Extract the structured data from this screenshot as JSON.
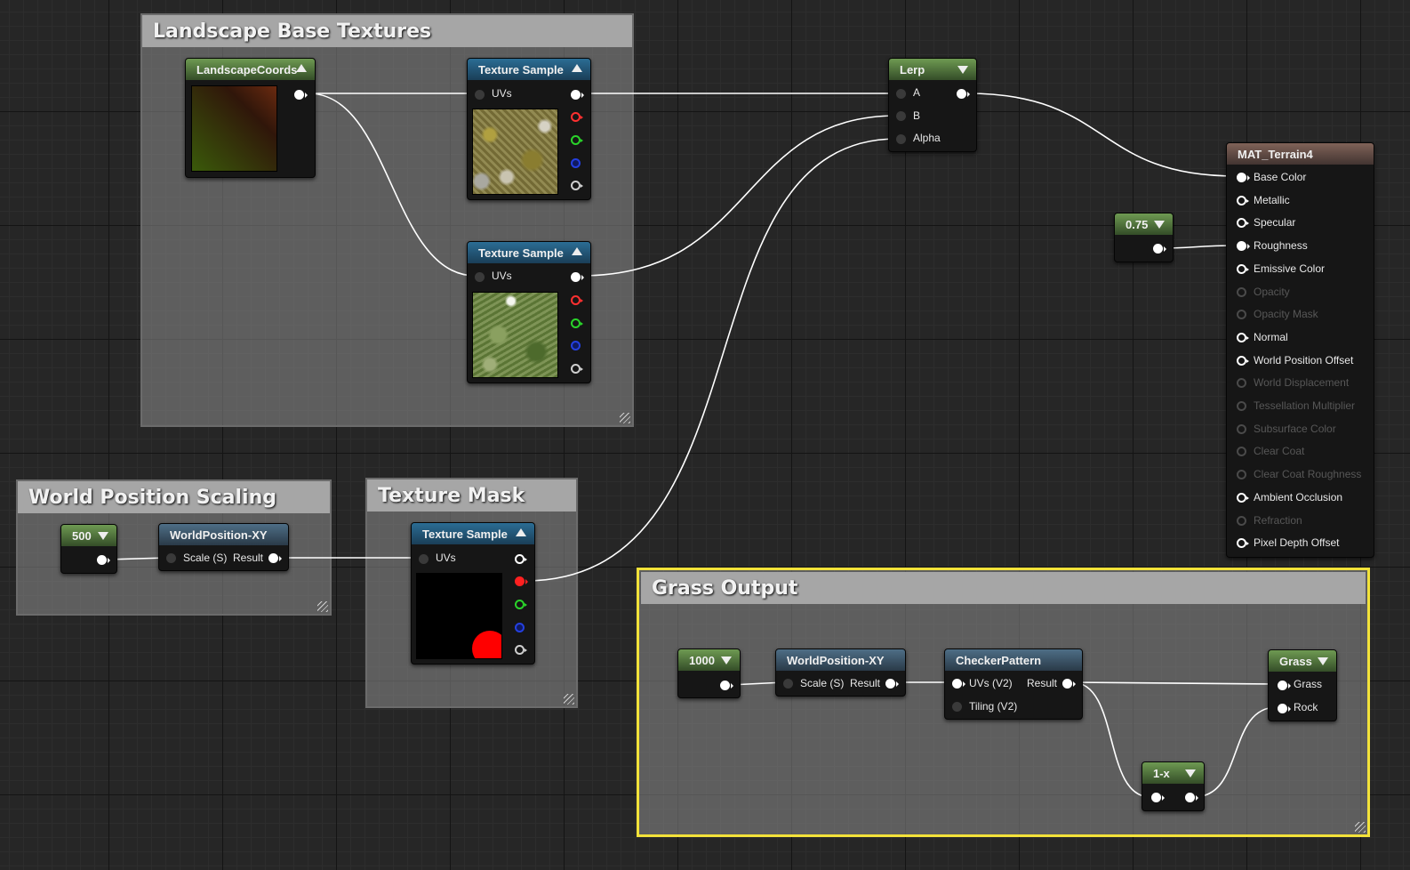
{
  "comments": {
    "landscape_base": "Landscape Base Textures",
    "world_position_scaling": "World Position Scaling",
    "texture_mask": "Texture Mask",
    "grass_output": "Grass Output"
  },
  "nodes": {
    "landscape_coords": {
      "title": "LandscapeCoords"
    },
    "texture_sample_1": {
      "title": "Texture Sample",
      "uvs": "UVs"
    },
    "texture_sample_2": {
      "title": "Texture Sample",
      "uvs": "UVs"
    },
    "texture_sample_mask": {
      "title": "Texture Sample",
      "uvs": "UVs"
    },
    "lerp": {
      "title": "Lerp",
      "a": "A",
      "b": "B",
      "alpha": "Alpha"
    },
    "const_075": {
      "title": "0.75"
    },
    "const_500": {
      "title": "500"
    },
    "world_pos_1": {
      "title": "WorldPosition-XY",
      "scale": "Scale (S)",
      "result": "Result"
    },
    "const_1000": {
      "title": "1000"
    },
    "world_pos_2": {
      "title": "WorldPosition-XY",
      "scale": "Scale (S)",
      "result": "Result"
    },
    "checker": {
      "title": "CheckerPattern",
      "uvs": "UVs (V2)",
      "tiling": "Tiling (V2)",
      "result": "Result"
    },
    "grass": {
      "title": "Grass",
      "grass": "Grass",
      "rock": "Rock"
    },
    "one_minus": {
      "title": "1-x"
    }
  },
  "material": {
    "title": "MAT_Terrain4",
    "inputs": [
      {
        "label": "Base Color",
        "enabled": true
      },
      {
        "label": "Metallic",
        "enabled": true
      },
      {
        "label": "Specular",
        "enabled": true
      },
      {
        "label": "Roughness",
        "enabled": true
      },
      {
        "label": "Emissive Color",
        "enabled": true
      },
      {
        "label": "Opacity",
        "enabled": false
      },
      {
        "label": "Opacity Mask",
        "enabled": false
      },
      {
        "label": "Normal",
        "enabled": true
      },
      {
        "label": "World Position Offset",
        "enabled": true
      },
      {
        "label": "World Displacement",
        "enabled": false
      },
      {
        "label": "Tessellation Multiplier",
        "enabled": false
      },
      {
        "label": "Subsurface Color",
        "enabled": false
      },
      {
        "label": "Clear Coat",
        "enabled": false
      },
      {
        "label": "Clear Coat Roughness",
        "enabled": false
      },
      {
        "label": "Ambient Occlusion",
        "enabled": true
      },
      {
        "label": "Refraction",
        "enabled": false
      },
      {
        "label": "Pixel Depth Offset",
        "enabled": true
      }
    ]
  },
  "colors": {
    "selection": "#f3e23a",
    "texture_header": "#2b6d94",
    "constant_header": "#6e9a52",
    "material_header": "#806358",
    "wire": "#ffffff"
  }
}
